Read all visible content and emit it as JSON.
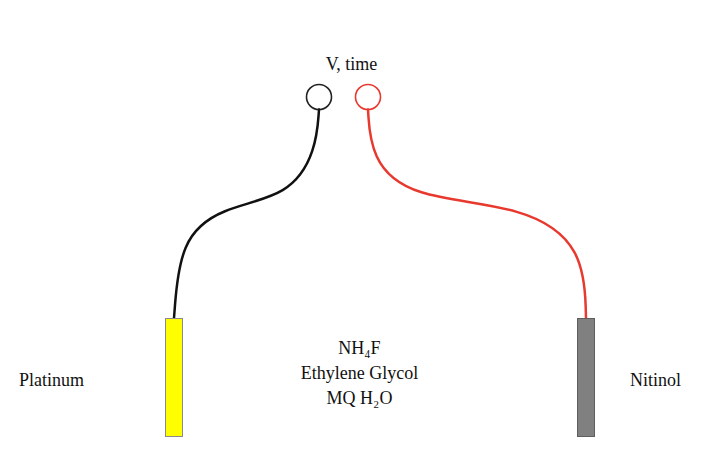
{
  "diagram": {
    "nodes": [
      {
        "text": [
          "V, time"
        ]
      },
      {
        "text": [
          "NH₄F",
          "Ethylene Glycol",
          "MQ H₂O"
        ]
      },
      {
        "text": [
          "Platinum"
        ],
        "in": 1
      },
      {
        "text": [
          "Nitinol"
        ],
        "in": 1
      }
    ],
    "edges": [
      {
        "from": 0,
        "to": 2,
        "arrow": "none"
      },
      {
        "from": 0,
        "to": 3,
        "arrow": "none"
      }
    ]
  }
}
